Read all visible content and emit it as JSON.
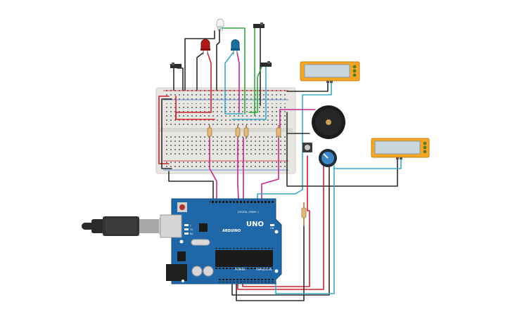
{
  "arduino": {
    "logo_text": "UNO",
    "brand_text": "ARDUINO",
    "digital_label": "DIGITAL (PWM~)",
    "power_label": "POWER",
    "analog_label": "ANALOG IN",
    "on_label": "ON",
    "tx_label": "TX",
    "rx_label": "RX",
    "l_label": "L"
  },
  "colors": {
    "wire_red": "#d0202a",
    "wire_black": "#2b2b2b",
    "wire_magenta": "#c8288c",
    "wire_cyan": "#38a8c8",
    "wire_green": "#2ea83a",
    "board_blue": "#1f67a6",
    "lcd_frame": "#f5a623",
    "lcd_screen": "#c9d6de"
  },
  "components": {
    "leds": [
      "red-led",
      "blue-led",
      "rgb-led"
    ],
    "sliders": [
      "slide-switch-left",
      "slide-switch-top",
      "slide-switch-right"
    ],
    "displays": [
      "lcd-top",
      "lcd-right"
    ],
    "buzzer": "piezo-buzzer",
    "pot": "potentiometer",
    "button": "pushbutton"
  }
}
